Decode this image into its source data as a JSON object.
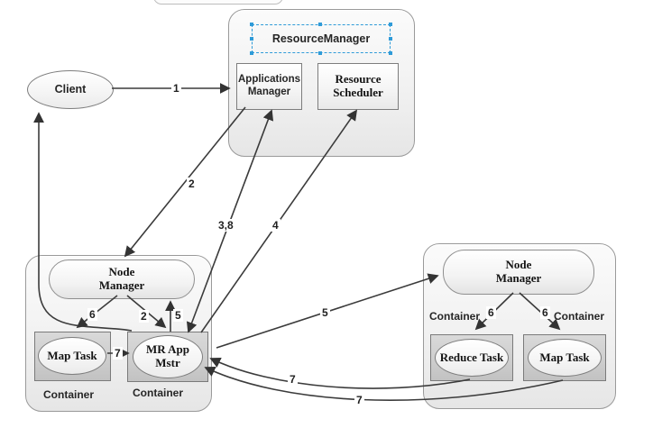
{
  "diagram": {
    "client": {
      "label": "Client"
    },
    "resource_manager": {
      "title": "ResourceManager",
      "applications_manager": "Applications Manager",
      "resource_scheduler": "Resource Scheduler"
    },
    "left_node": {
      "node_manager": "Node Manager",
      "map_task": "Map Task",
      "mr_app_mstr": "MR App Mstr",
      "container_label_1": "Container",
      "container_label_2": "Container"
    },
    "right_node": {
      "node_manager": "Node Manager",
      "reduce_task": "Reduce Task",
      "map_task": "Map Task",
      "container_label_left": "Container",
      "container_label_right": "Container"
    },
    "edge_labels": {
      "l1": "1",
      "l2_top": "2",
      "l38": "3,8",
      "l4": "4",
      "l5_mid": "5",
      "l6_left": "6",
      "l2_inner": "2",
      "l5_inner": "5",
      "l7_inner": "7",
      "l6_r1": "6",
      "l6_r2": "6",
      "l7_a": "7",
      "l7_b": "7"
    },
    "colors": {
      "selection_accent": "#2F9BD8",
      "line": "#3B3B3B",
      "container_fill": "#EFEFEF",
      "task_box_fill": "#CFCFCF"
    }
  }
}
